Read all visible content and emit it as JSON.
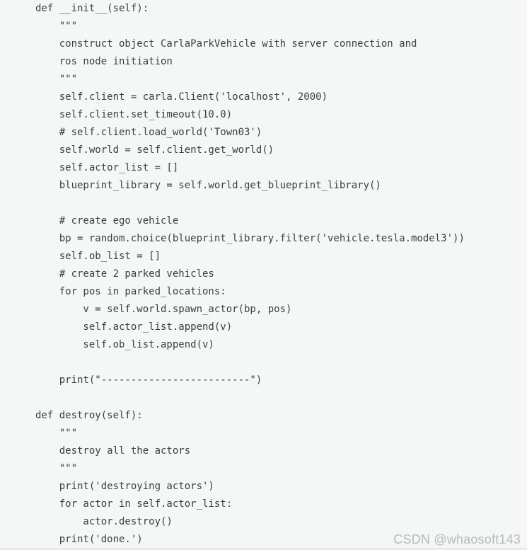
{
  "colors": {
    "background": "#f5f6f6",
    "code_text": "#3c4043",
    "watermark": "#b7bbbd",
    "bottom_edge": "#e8e9e9"
  },
  "watermark": {
    "text": "CSDN @whaosoft143"
  },
  "code": {
    "language": "python",
    "lines": [
      "def __init__(self):",
      "    \"\"\"",
      "    construct object CarlaParkVehicle with server connection and",
      "    ros node initiation",
      "    \"\"\"",
      "    self.client = carla.Client('localhost', 2000)",
      "    self.client.set_timeout(10.0)",
      "    # self.client.load_world('Town03')",
      "    self.world = self.client.get_world()",
      "    self.actor_list = []",
      "    blueprint_library = self.world.get_blueprint_library()",
      "",
      "    # create ego vehicle",
      "    bp = random.choice(blueprint_library.filter('vehicle.tesla.model3'))",
      "    self.ob_list = []",
      "    # create 2 parked vehicles",
      "    for pos in parked_locations:",
      "        v = self.world.spawn_actor(bp, pos)",
      "        self.actor_list.append(v)",
      "        self.ob_list.append(v)",
      "",
      "    print(\"-------------------------\")",
      "",
      "def destroy(self):",
      "    \"\"\"",
      "    destroy all the actors",
      "    \"\"\"",
      "    print('destroying actors')",
      "    for actor in self.actor_list:",
      "        actor.destroy()",
      "    print('done.')"
    ]
  }
}
